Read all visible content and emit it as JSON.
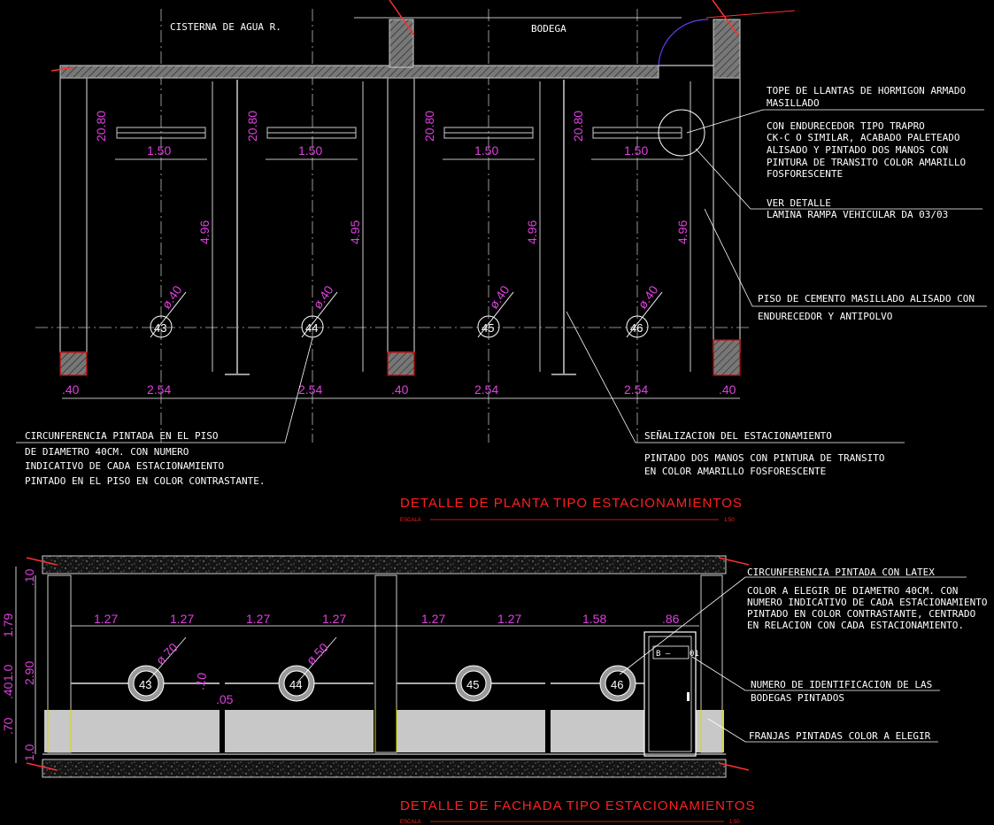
{
  "plan": {
    "rooms": {
      "cistern": "CISTERNA DE AGUA R.",
      "storage": "BODEGA"
    },
    "dim_heights": [
      "20.80",
      "20.80",
      "20.80",
      "20.80"
    ],
    "dim_bays": [
      "1.50",
      "1.50",
      "1.50",
      "1.50"
    ],
    "dim_lengths": [
      "4.96",
      "4.95",
      "4.96",
      "4.96"
    ],
    "dim_diam": [
      "ø.40",
      "ø.40",
      "ø.40",
      "ø.40"
    ],
    "spot_numbers": [
      "43",
      "44",
      "45",
      "46"
    ],
    "bottom_dims": [
      ".40",
      "2.54",
      "2.54",
      ".40",
      "2.54",
      "2.54",
      ".40"
    ],
    "notes": {
      "tope_1": "TOPE DE LLANTAS DE HORMIGON ARMADO",
      "tope_2": "MASILLADO",
      "tope_3": "CON ENDURECEDOR TIPO TRAPRO",
      "tope_4": "CK-C O SIMILAR, ACABADO PALETEADO",
      "tope_5": "ALISADO Y PINTADO DOS MANOS CON",
      "tope_6": "PINTURA DE TRANSITO COLOR AMARILLO",
      "tope_7": "FOSFORESCENTE",
      "ver_1": "VER DETALLE",
      "ver_2": "LAMINA RAMPA VEHICULAR DA 03/03",
      "piso_1": "PISO DE CEMENTO MASILLADO ALISADO CON",
      "piso_2": "ENDURECEDOR Y ANTIPOLVO",
      "circ_1": "CIRCUNFERENCIA PINTADA EN EL PISO",
      "circ_2": "DE DIAMETRO 40CM. CON NUMERO",
      "circ_3": "INDICATIVO DE CADA ESTACIONAMIENTO",
      "circ_4": "PINTADO EN EL PISO EN COLOR CONTRASTANTE.",
      "sen_1": "SEÑALIZACION DEL ESTACIONAMIENTO",
      "sen_2": "PINTADO DOS MANOS CON PINTURA DE TRANSITO",
      "sen_3": "EN COLOR AMARILLO FOSFORESCENTE"
    },
    "title": "DETALLE DE PLANTA TIPO ESTACIONAMIENTOS",
    "scale_label": "ESCALA",
    "scale_value": "1:50"
  },
  "elevation": {
    "top_dims": [
      "1.27",
      "1.27",
      "1.27",
      "1.27",
      "1.27",
      "1.27",
      "1.58",
      ".86"
    ],
    "left_dims": [
      ".10",
      "1.79",
      "2.90",
      ".40",
      "1.0",
      ".70",
      "1.0"
    ],
    "diam_labels": [
      "ø.70",
      "ø.50"
    ],
    "small_dims": [
      ".10",
      ".05"
    ],
    "spot_numbers": [
      "43",
      "44",
      "45",
      "46"
    ],
    "door_tag": "B —",
    "door_tag_num": "01",
    "notes": {
      "c_1": "CIRCUNFERENCIA PINTADA CON LATEX",
      "c_2": "COLOR A ELEGIR DE DIAMETRO 40CM. CON",
      "c_3": "NUMERO INDICATIVO DE CADA ESTACIONAMIENTO",
      "c_4": "PINTADO EN COLOR CONTRASTANTE, CENTRADO",
      "c_5": "EN RELACION CON CADA ESTACIONAMIENTO.",
      "n_1": "NUMERO DE IDENTIFICACION DE LAS",
      "n_2": "BODEGAS PINTADOS",
      "f_1": "FRANJAS PINTADAS COLOR A ELEGIR"
    },
    "title": "DETALLE DE FACHADA TIPO ESTACIONAMIENTOS",
    "scale_label": "ESCALA",
    "scale_value": "1:50"
  }
}
